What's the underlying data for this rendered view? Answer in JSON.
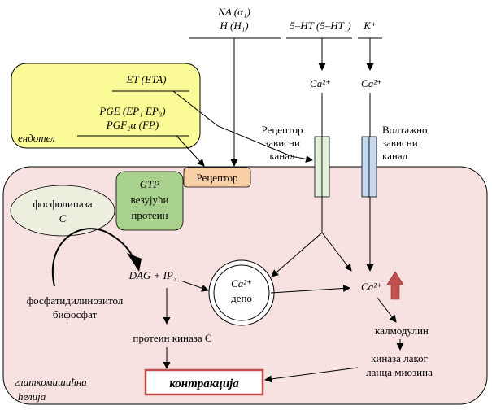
{
  "agonists": {
    "na_h_line1": "NA (α₁)",
    "na_h_line2": "H (H₁)",
    "serotonin": "5–HT (5–HT₁)",
    "potassium": "K⁺"
  },
  "endothelium": {
    "et": "ET (ETA)",
    "pge": "PGE (EP₁ EP₃)",
    "pgf": "PGF₂α (FP)",
    "label": "ендотел"
  },
  "calcium": {
    "ca_left": "Ca²⁺",
    "ca_right": "Ca²⁺",
    "ca_depot": "Ca²⁺",
    "depot_label": "депо",
    "ca_cyto": "Ca²⁺"
  },
  "channels": {
    "receptor_line1": "Рецептор",
    "receptor_line2": "зависни",
    "receptor_line3": "канал",
    "voltage_line1": "Волтажно",
    "voltage_line2": "зависни",
    "voltage_line3": "канал"
  },
  "membrane": {
    "receptor": "Рецептор",
    "gtp_line1": "GTP",
    "gtp_line2": "везујући",
    "gtp_line3": "протеин",
    "plc_line1": "фосфолипаза",
    "plc_line2": "C"
  },
  "pathway": {
    "dag_ip3": "DAG + IP₃",
    "pip2_line1": "фосфатидилинозитол",
    "pip2_line2": "бифосфат",
    "pkc": "протеин киназа C",
    "calmodulin": "калмодулин",
    "mlck_line1": "киназа лаког",
    "mlck_line2": "ланца миозина",
    "contraction": "контракција"
  },
  "cell_label_line1": "глаткомишићна",
  "cell_label_line2": "ћелија",
  "colors": {
    "cell_fill": "#f7e1e1",
    "endothelium_fill": "#fafa96",
    "receptor_fill": "#f9cfa5",
    "gtp_fill": "#a9d18e",
    "plc_fill": "#eeeedf",
    "receptor_channel_fill": "#e2efd9",
    "voltage_channel_fill": "#c5d9f1",
    "contraction_border": "#c0504d",
    "up_arrow": "#c0504d"
  }
}
